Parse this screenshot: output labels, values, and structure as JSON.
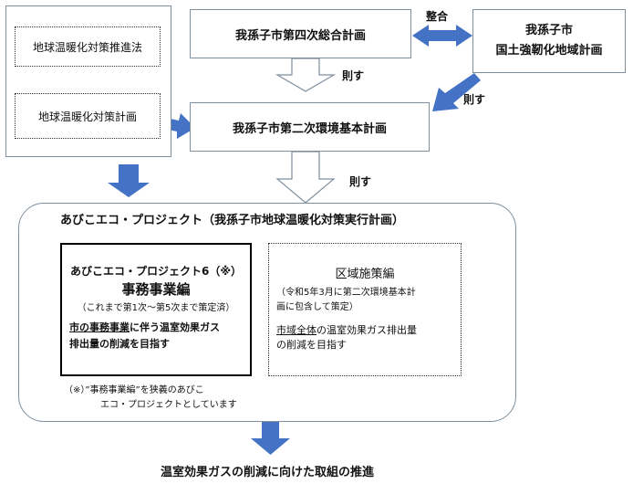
{
  "laws": {
    "law1": "地球温暖化対策推進法",
    "law2": "地球温暖化対策計画"
  },
  "plans": {
    "comprehensive": "我孫子市第四次総合計画",
    "resilience_line1": "我孫子市",
    "resilience_line2": "国土強靭化地域計画",
    "environment": "我孫子市第二次環境基本計画"
  },
  "labels": {
    "harmony": "整合",
    "conform": "則す"
  },
  "project": {
    "title": "あびこエコ・プロジェクト（我孫子市地球温暖化対策実行計画）",
    "office": {
      "title": "あびこエコ・プロジェクト6（※）",
      "subtitle": "事務事業編",
      "note": "（これまで第1次～第5次まで策定済）",
      "goal_underlined": "市の事務事業",
      "goal_rest1": "に伴う温室効果ガス",
      "goal_line2": "排出量の削減を目指す"
    },
    "regional": {
      "title": "区域施策編",
      "note_line1": "（令和5年3月に第二次環境基本計",
      "note_line2": "画に包含して策定）",
      "goal_underlined": "市域全体",
      "goal_rest1": "の温室効果ガス排出量",
      "goal_line2": "の削減を目指す"
    },
    "footnote_line1": "（※）”事務事業編”を狭義のあびこ",
    "footnote_line2": "エコ・プロジェクトとしています"
  },
  "outcome": "温室効果ガスの削減に向けた取組の推進",
  "colors": {
    "arrow_blue": "#4472c4",
    "outline_gray": "#7f8f9f"
  }
}
